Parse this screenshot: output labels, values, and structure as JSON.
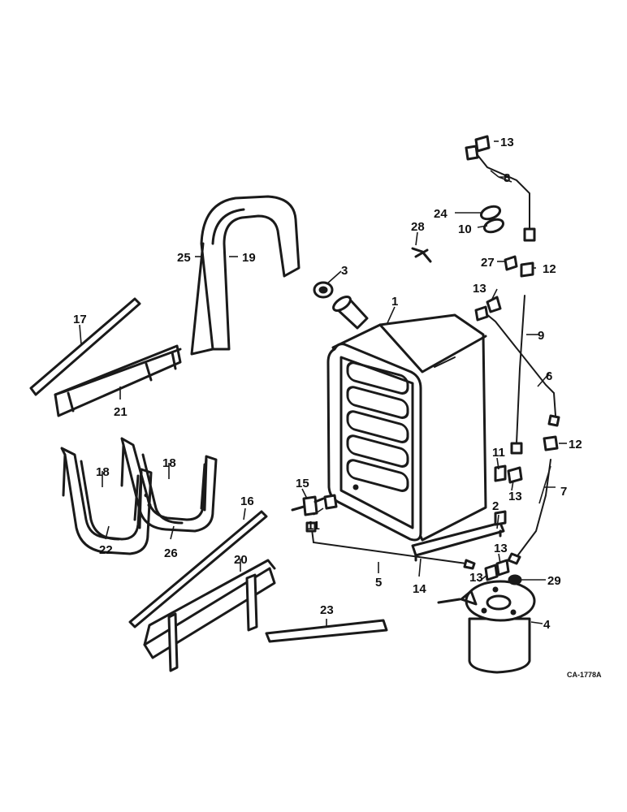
{
  "diagram": {
    "drawing_code": "CA-1778A",
    "callouts": {
      "c1": "1",
      "c2": "2",
      "c3": "3",
      "c4": "4",
      "c5": "5",
      "c6": "6",
      "c7": "7",
      "c8": "8",
      "c9": "9",
      "c10": "10",
      "c11a": "11",
      "c11b": "11",
      "c12a": "12",
      "c12b": "12",
      "c13a": "13",
      "c13b": "13",
      "c13c": "13",
      "c13d": "13",
      "c13e": "13",
      "c14": "14",
      "c15": "15",
      "c16": "16",
      "c17": "17",
      "c18a": "18",
      "c18b": "18",
      "c19": "19",
      "c20": "20",
      "c21": "21",
      "c22": "22",
      "c23": "23",
      "c24": "24",
      "c25": "25",
      "c26": "26",
      "c27": "27",
      "c28": "28",
      "c29": "29"
    }
  }
}
